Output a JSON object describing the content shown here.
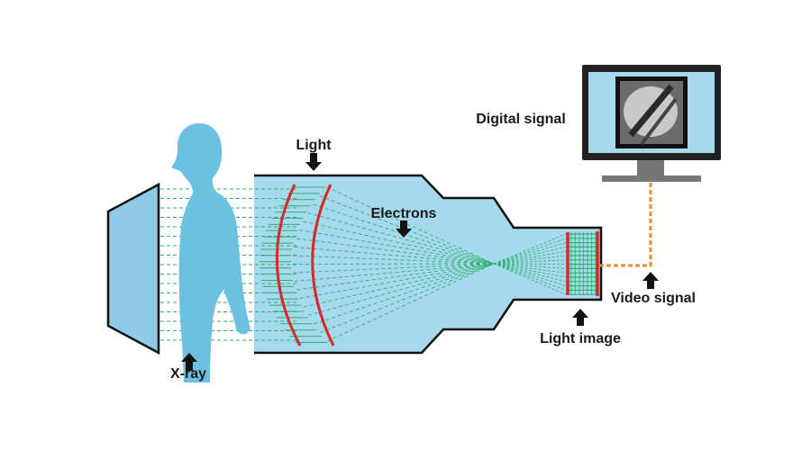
{
  "labels": {
    "light": "Light",
    "electrons": "Electrons",
    "digital_signal": "Digital signal",
    "video_signal": "Video signal",
    "light_image": "Light image",
    "xray": "X-ray"
  },
  "colors": {
    "tube_fill": "#a6d8ee",
    "tube_outline": "#111111",
    "body": "#6cc1e0",
    "plate": "#8fcbe6",
    "beam": "#2fb36a",
    "phosphor": "#d42a2a",
    "video_cable": "#f08a1c",
    "arrow": "#111111",
    "monitor_frame": "#222222",
    "monitor_screen": "#a6d8ee",
    "stand": "#777777"
  },
  "icons": [
    "arrow-up-icon",
    "arrow-down-icon",
    "human-silhouette",
    "xray-plate",
    "monitor-icon",
    "fluoroscopy-image"
  ]
}
